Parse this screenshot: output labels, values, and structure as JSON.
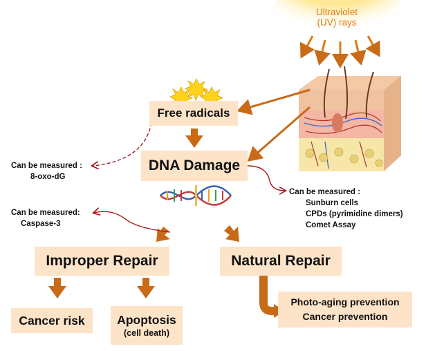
{
  "uv": {
    "label_line1": "Ultraviolet",
    "label_line2": "(UV) rays"
  },
  "nodes": {
    "free_radicals": "Free radicals",
    "dna_damage": "DNA Damage",
    "improper_repair": "Improper Repair",
    "natural_repair": "Natural Repair",
    "cancer_risk": "Cancer risk",
    "apoptosis": "Apoptosis",
    "apoptosis_sub": "(cell death)",
    "outcome_line1": "Photo-aging prevention",
    "outcome_line2": "Cancer prevention"
  },
  "notes": {
    "free_radicals": {
      "title": "Can be measured :",
      "items": [
        "8-oxo-dG"
      ]
    },
    "dna_damage": {
      "title": "Can be measured :",
      "items": [
        "Sunburn cells",
        "CPDs (pyrimidine dimers)",
        "Comet Assay"
      ]
    },
    "improper_repair": {
      "title": "Can be measured:",
      "items": [
        "Caspase-3"
      ]
    }
  },
  "colors": {
    "box_fill": "#fde3c8",
    "arrow_orange": "#c96a16",
    "sun": "#f7c21b",
    "uv_text": "#e07a10",
    "note_arrow": "#a11a1a"
  }
}
